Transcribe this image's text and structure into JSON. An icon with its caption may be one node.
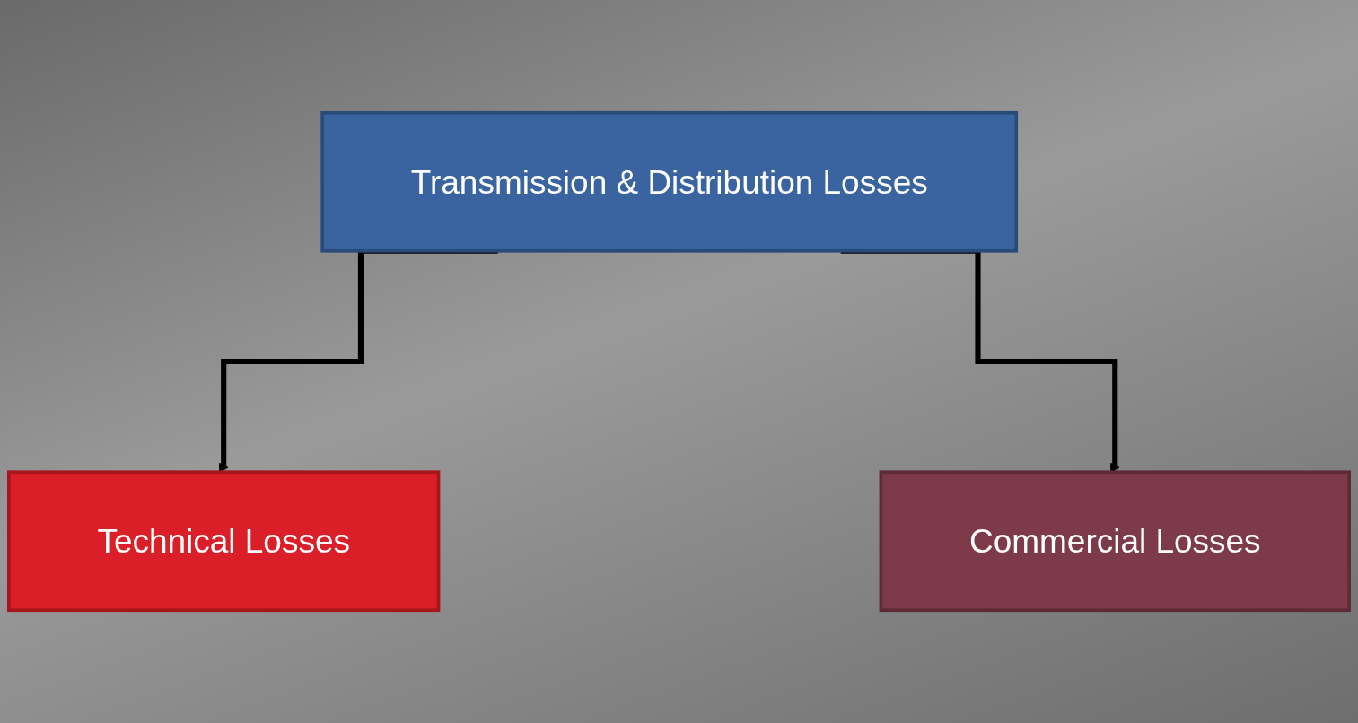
{
  "diagram": {
    "nodes": [
      {
        "text": [
          "Transmission & Distribution Losses"
        ]
      },
      {
        "text": [
          "Technical Losses"
        ]
      },
      {
        "text": [
          "Commercial Losses"
        ]
      }
    ],
    "edges": [
      {
        "from": 0,
        "to": 1,
        "arrow": "to"
      },
      {
        "from": 0,
        "to": 2,
        "arrow": "to"
      }
    ]
  }
}
